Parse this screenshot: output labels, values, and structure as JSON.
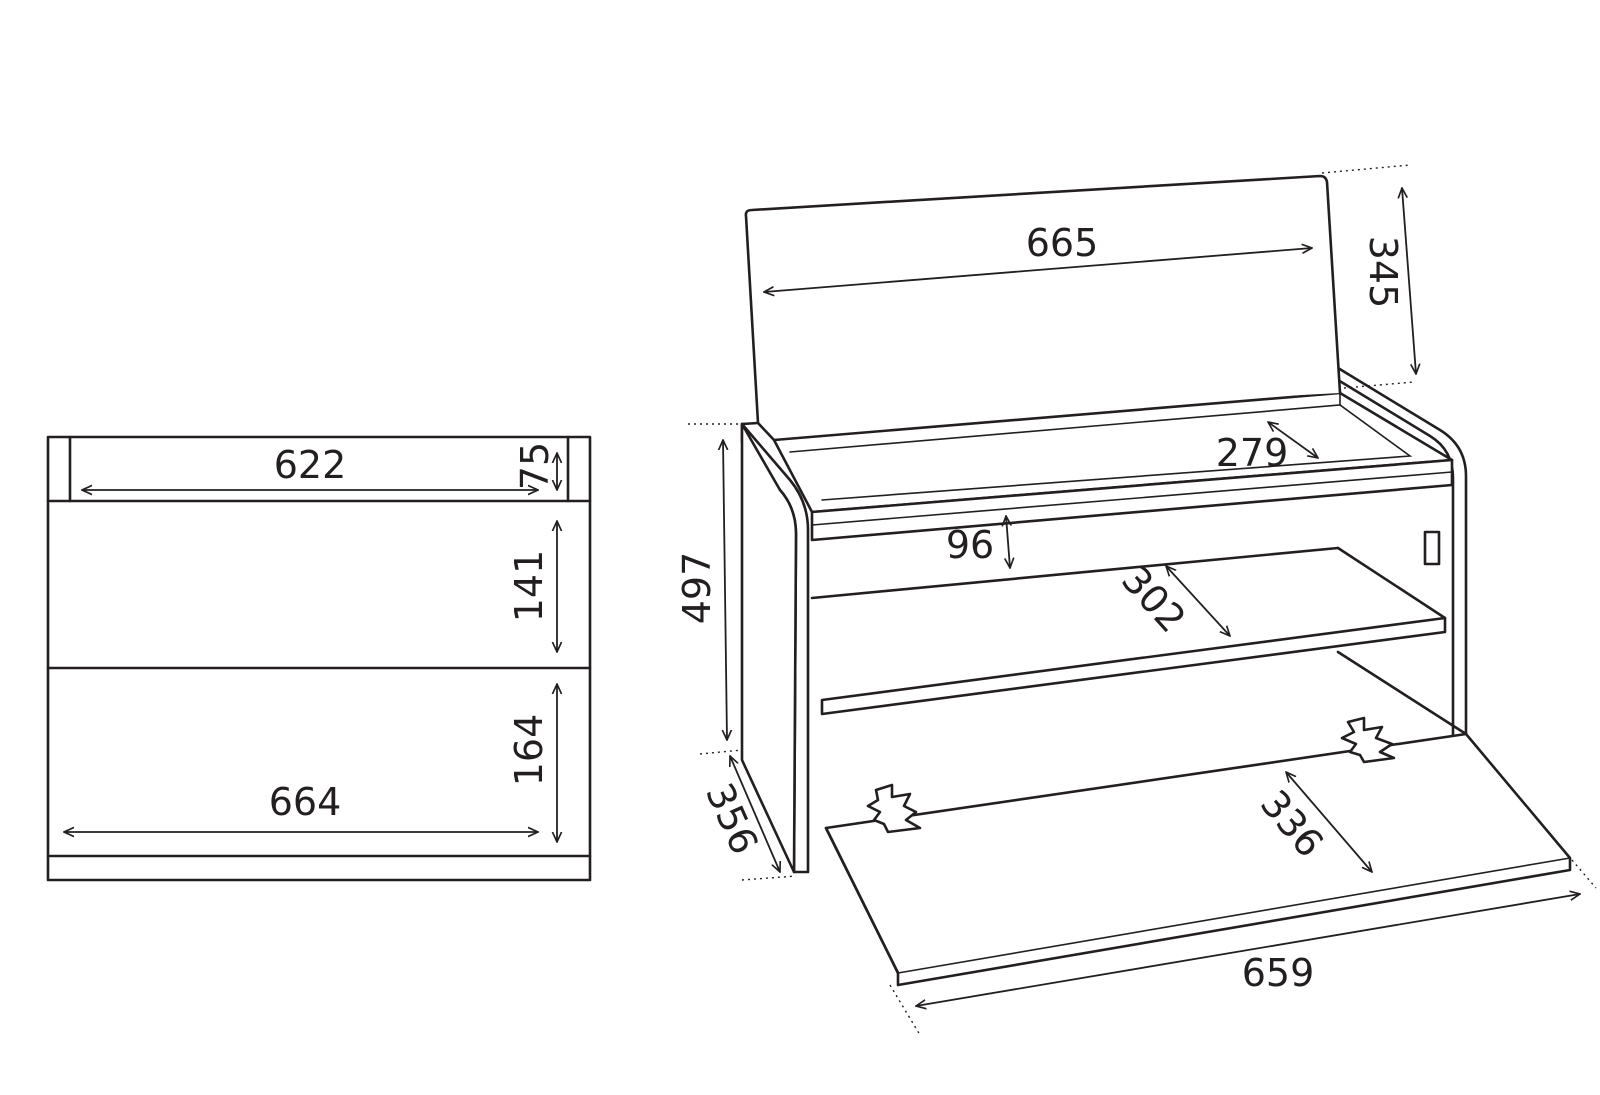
{
  "front_view": {
    "top_width": "622",
    "top_height": "75",
    "middle_height": "141",
    "bottom_height": "164",
    "bottom_width": "664"
  },
  "perspective_view": {
    "lid_width": "665",
    "lid_height": "345",
    "inner_depth": "279",
    "rail_height": "96",
    "shelf_depth": "302",
    "total_height": "497",
    "side_depth": "356",
    "door_depth": "336",
    "total_width": "659"
  }
}
